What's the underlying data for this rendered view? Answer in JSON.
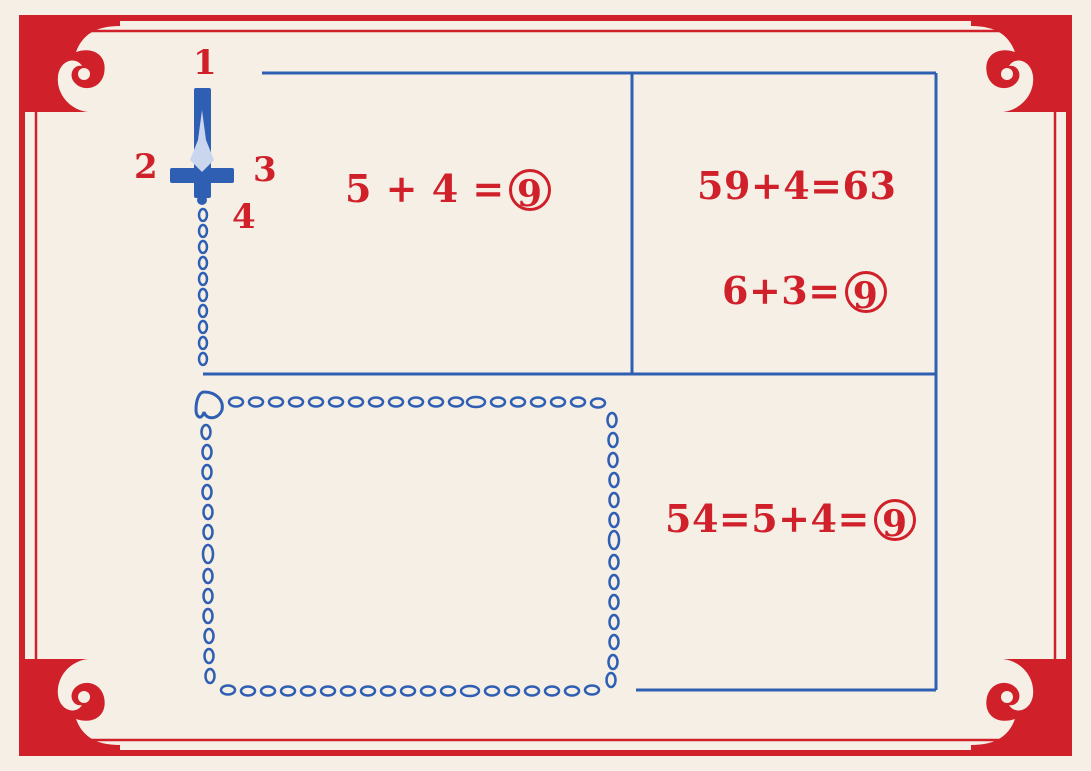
{
  "colors": {
    "frame_red": "#d0202a",
    "line_blue": "#2f5fb3",
    "paper": "#f6efe6"
  },
  "cross_labels": {
    "top": "1",
    "left": "2",
    "right": "3",
    "bottom": "4"
  },
  "equations": {
    "top_left": {
      "expr": "5 + 4 =",
      "circled": "9"
    },
    "top_right_line1": {
      "expr": "59+4=63"
    },
    "top_right_line2": {
      "expr": "6+3=",
      "circled": "9"
    },
    "bottom_right": {
      "expr": "54=5+4=",
      "circled": "9"
    }
  },
  "icons": {
    "cross": "crucifix-icon",
    "rosary": "rosary-beads-icon",
    "corner_ornament": "fleur-ornament-icon"
  }
}
